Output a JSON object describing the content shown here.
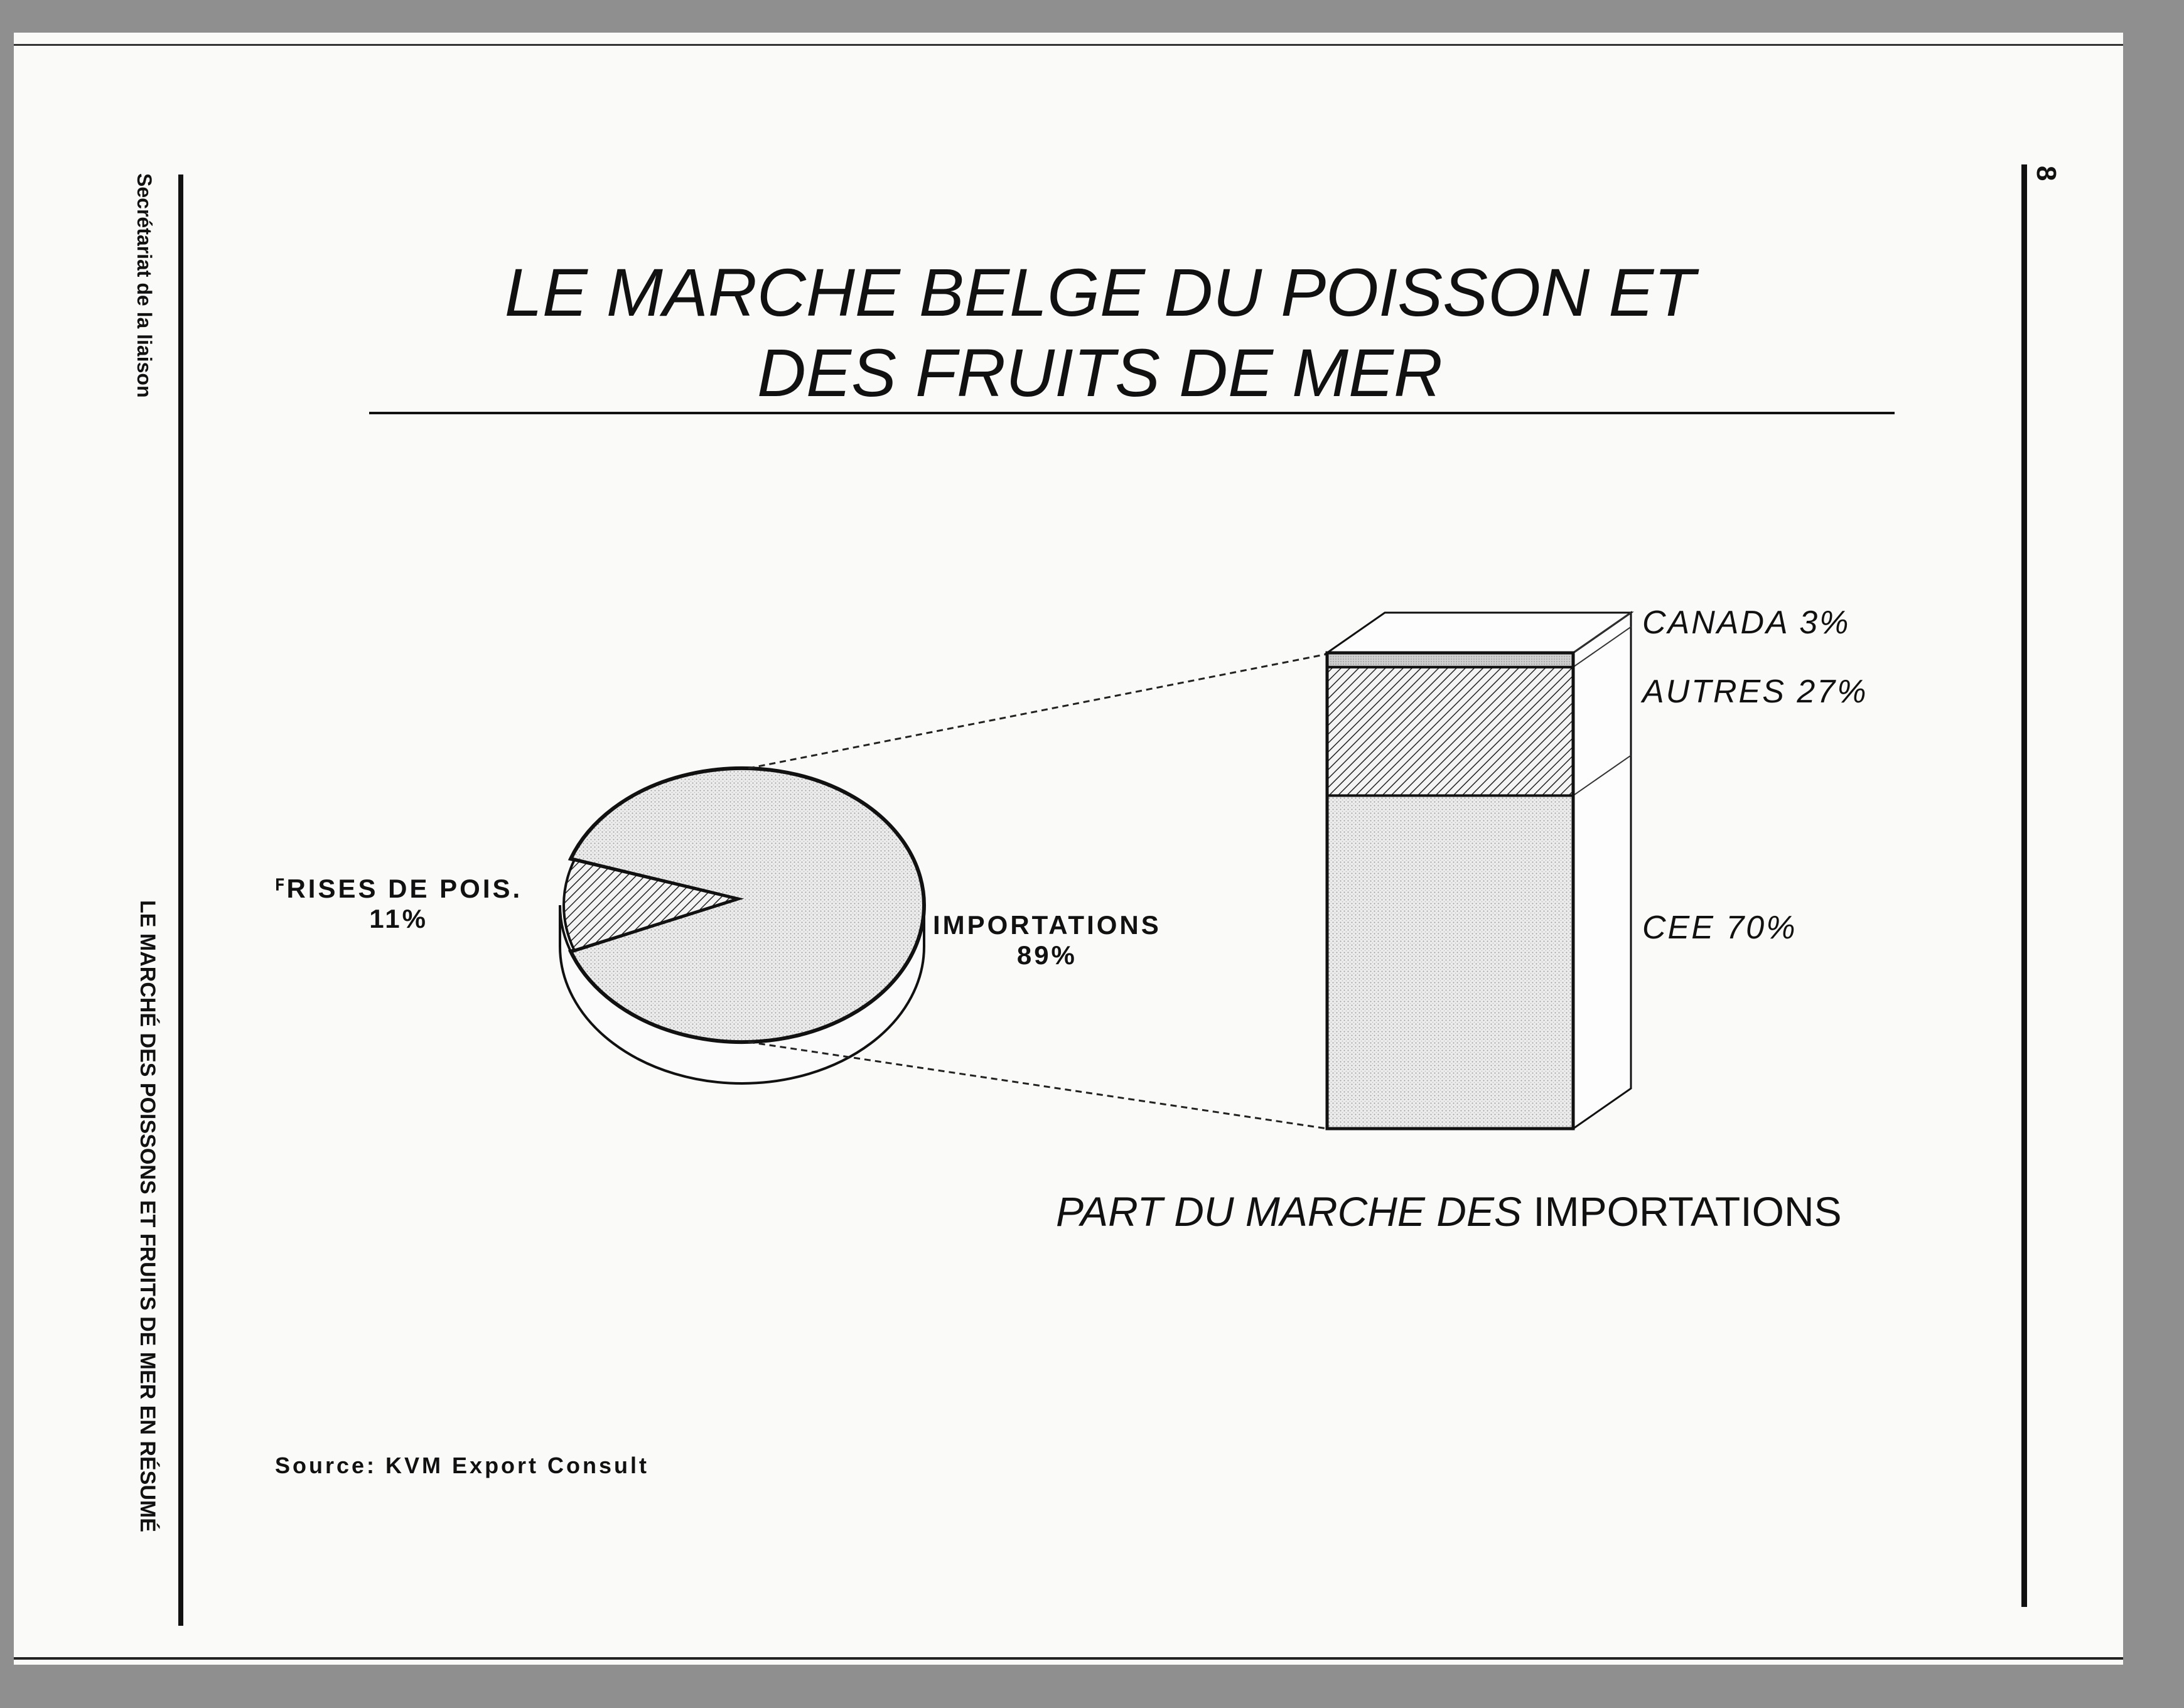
{
  "document": {
    "side_left_top": "Secrétariat de la liaison",
    "side_left_bottom": "LE MARCHÉ DES POISSONS ET FRUITS DE MER EN RÉSUMÉ",
    "page_number": "8",
    "title_line1": "LE MARCHE BELGE DU POISSON ET",
    "title_line2": "DES FRUITS DE MER",
    "source": "Source: KVM Export Consult"
  },
  "chart_data": [
    {
      "type": "pie",
      "title": "",
      "slices": [
        {
          "label": "PRISES DE POIS.",
          "label_visible": "ꟳRISES DE POIS.",
          "value": 11,
          "value_label": "11%"
        },
        {
          "label": "IMPORTATIONS",
          "value": 89,
          "value_label": "89%"
        }
      ],
      "exploded_slice": "IMPORTATIONS"
    },
    {
      "type": "bar",
      "stacked": true,
      "title": "",
      "caption_italic": "PART DU MARCHE DES",
      "caption_regular": "IMPORTATIONS",
      "categories": [
        "IMPORTATIONS"
      ],
      "series": [
        {
          "name": "CEE",
          "value": 70,
          "label": "CEE 70%"
        },
        {
          "name": "AUTRES",
          "value": 27,
          "label": "AUTRES 27%"
        },
        {
          "name": "CANADA",
          "value": 3,
          "label": "CANADA 3%"
        }
      ],
      "ylim": [
        0,
        100
      ]
    }
  ]
}
